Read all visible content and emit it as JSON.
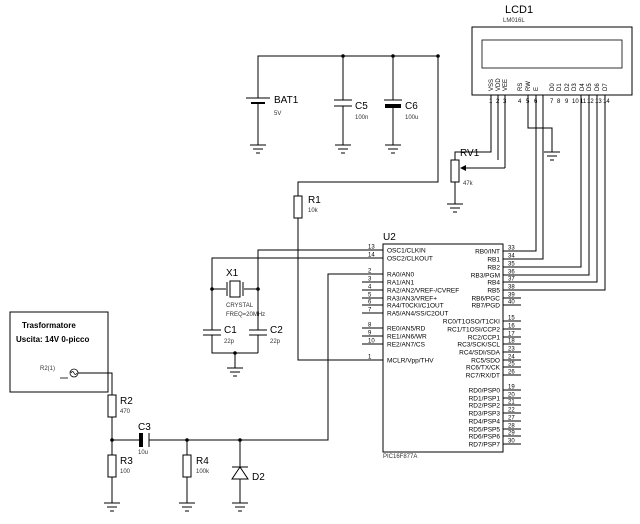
{
  "lcd": {
    "ref": "LCD1",
    "model": "LM016L",
    "pins": [
      "VSS",
      "VDD",
      "VEE",
      "RS",
      "RW",
      "E",
      "D0",
      "D1",
      "D2",
      "D3",
      "D4",
      "D5",
      "D6",
      "D7"
    ],
    "pin_numbers": [
      "1",
      "2",
      "3",
      "4",
      "5",
      "6",
      "7",
      "8",
      "9",
      "10",
      "11",
      "12",
      "13",
      "14"
    ]
  },
  "bat1": {
    "ref": "BAT1",
    "value": "5V"
  },
  "c5": {
    "ref": "C5",
    "value": "100n"
  },
  "c6": {
    "ref": "C6",
    "value": "100u"
  },
  "rv1": {
    "ref": "RV1",
    "value": "47k"
  },
  "r1": {
    "ref": "R1",
    "value": "10k"
  },
  "x1": {
    "ref": "X1",
    "line1": "CRYSTAL",
    "line2": "FREQ=20MHz"
  },
  "c1": {
    "ref": "C1",
    "value": "22p"
  },
  "c2": {
    "ref": "C2",
    "value": "22p"
  },
  "u2": {
    "ref": "U2",
    "model": "PIC16F877A",
    "left_pins": [
      {
        "num": "13",
        "name": "OSC1/CLKIN"
      },
      {
        "num": "14",
        "name": "OSC2/CLKOUT"
      },
      {
        "num": "2",
        "name": "RA0/AN0"
      },
      {
        "num": "3",
        "name": "RA1/AN1"
      },
      {
        "num": "4",
        "name": "RA2/AN2/VREF-/CVREF"
      },
      {
        "num": "5",
        "name": "RA3/AN3/VREF+"
      },
      {
        "num": "6",
        "name": "RA4/T0CKI/C1OUT"
      },
      {
        "num": "7",
        "name": "RA5/AN4/SS/C2OUT"
      },
      {
        "num": "8",
        "name": "RE0/AN5/RD"
      },
      {
        "num": "9",
        "name": "RE1/AN6/WR"
      },
      {
        "num": "10",
        "name": "RE2/AN7/CS"
      },
      {
        "num": "1",
        "name": "MCLR/Vpp/THV"
      }
    ],
    "right_pins": [
      {
        "num": "33",
        "name": "RB0/INT"
      },
      {
        "num": "34",
        "name": "RB1"
      },
      {
        "num": "35",
        "name": "RB2"
      },
      {
        "num": "36",
        "name": "RB3/PGM"
      },
      {
        "num": "37",
        "name": "RB4"
      },
      {
        "num": "38",
        "name": "RB5"
      },
      {
        "num": "39",
        "name": "RB6/PGC"
      },
      {
        "num": "40",
        "name": "RB7/PGD"
      },
      {
        "num": "15",
        "name": "RC0/T1OSO/T1CKI"
      },
      {
        "num": "16",
        "name": "RC1/T1OSI/CCP2"
      },
      {
        "num": "17",
        "name": "RC2/CCP1"
      },
      {
        "num": "18",
        "name": "RC3/SCK/SCL"
      },
      {
        "num": "23",
        "name": "RC4/SDI/SDA"
      },
      {
        "num": "24",
        "name": "RC5/SDO"
      },
      {
        "num": "25",
        "name": "RC6/TX/CK"
      },
      {
        "num": "26",
        "name": "RC7/RX/DT"
      },
      {
        "num": "19",
        "name": "RD0/PSP0"
      },
      {
        "num": "20",
        "name": "RD1/PSP1"
      },
      {
        "num": "21",
        "name": "RD2/PSP2"
      },
      {
        "num": "22",
        "name": "RD3/PSP3"
      },
      {
        "num": "27",
        "name": "RD4/PSP4"
      },
      {
        "num": "28",
        "name": "RD5/PSP5"
      },
      {
        "num": "29",
        "name": "RD6/PSP6"
      },
      {
        "num": "30",
        "name": "RD7/PSP7"
      }
    ]
  },
  "transformer": {
    "title": "Trasformatore",
    "subtitle": "Uscita: 14V 0-picco",
    "source": "R2(1)"
  },
  "r2": {
    "ref": "R2",
    "value": "470"
  },
  "r3": {
    "ref": "R3",
    "value": "100"
  },
  "c3": {
    "ref": "C3",
    "value": "10u"
  },
  "r4": {
    "ref": "R4",
    "value": "100k"
  },
  "d2": {
    "ref": "D2"
  }
}
